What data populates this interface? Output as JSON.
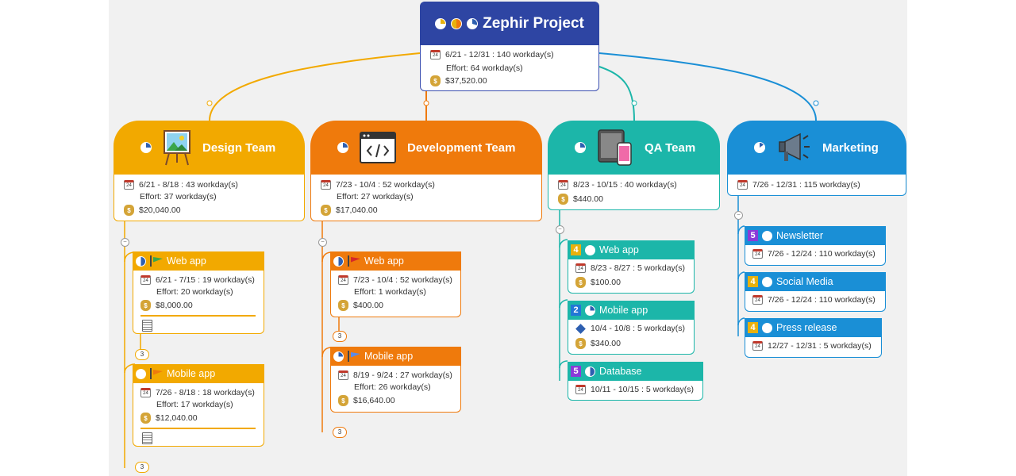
{
  "root": {
    "title": "Zephir Project",
    "dates": "6/21 - 12/31 : 140 workday(s)",
    "effort": "Effort: 64 workday(s)",
    "cost": "$37,520.00",
    "color": "#2e45a3"
  },
  "calendar_day": "24",
  "teams": [
    {
      "title": "Design Team",
      "color": "#f2a900",
      "dates": "6/21 - 8/18 : 43 workday(s)",
      "effort": "Effort: 37 workday(s)",
      "cost": "$20,040.00",
      "icon": "easel-picture-icon",
      "tasks": [
        {
          "label": "Web app",
          "dates": "6/21 - 7/15 : 19 workday(s)",
          "effort": "Effort: 20 workday(s)",
          "cost": "$8,000.00",
          "count": "3",
          "flag": "green"
        },
        {
          "label": "Mobile app",
          "dates": "7/26 - 8/18 : 18 workday(s)",
          "effort": "Effort: 17 workday(s)",
          "cost": "$12,040.00",
          "count": "3",
          "flag": "orange"
        }
      ]
    },
    {
      "title": "Development Team",
      "color": "#ef7a0c",
      "dates": "7/23 - 10/4 : 52 workday(s)",
      "effort": "Effort: 27 workday(s)",
      "cost": "$17,040.00",
      "icon": "code-window-icon",
      "tasks": [
        {
          "label": "Web app",
          "dates": "7/23 - 10/4 : 52 workday(s)",
          "effort": "Effort: 1 workday(s)",
          "cost": "$400.00",
          "count": "3",
          "flag": "red"
        },
        {
          "label": "Mobile app",
          "dates": "8/19 - 9/24 : 27 workday(s)",
          "effort": "Effort: 26 workday(s)",
          "cost": "$16,640.00",
          "count": "3",
          "flag": "blue"
        }
      ]
    },
    {
      "title": "QA Team",
      "color": "#1cb6a9",
      "dates": "8/23 - 10/15 : 40 workday(s)",
      "cost": "$440.00",
      "icon": "devices-icon",
      "tasks": [
        {
          "label": "Web app",
          "priority": "4",
          "dates": "8/23 - 8/27 : 5 workday(s)",
          "cost": "$100.00"
        },
        {
          "label": "Mobile app",
          "priority": "2",
          "dates": "10/4 - 10/8 : 5 workday(s)",
          "cost": "$340.00"
        },
        {
          "label": "Database",
          "priority": "5",
          "dates": "10/11 - 10/15 : 5 workday(s)"
        }
      ]
    },
    {
      "title": "Marketing",
      "color": "#1a8fd6",
      "dates": "7/26 - 12/31 : 115 workday(s)",
      "icon": "megaphone-icon",
      "tasks": [
        {
          "label": "Newsletter",
          "priority": "5",
          "dates": "7/26 - 12/24 : 110 workday(s)"
        },
        {
          "label": "Social Media",
          "priority": "4",
          "dates": "7/26 - 12/24 : 110 workday(s)"
        },
        {
          "label": "Press release",
          "priority": "4",
          "dates": "12/27 - 12/31 : 5 workday(s)"
        }
      ]
    }
  ],
  "colors": {
    "priority_purple": "#8a3ad8",
    "priority_gold": "#e8b10d",
    "priority_blue": "#2277d6",
    "canvas": "#f1f1f1"
  }
}
